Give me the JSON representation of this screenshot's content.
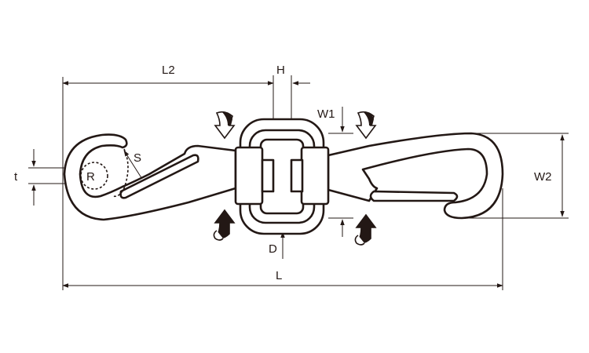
{
  "labels": {
    "L2": "L2",
    "H": "H",
    "W1": "W1",
    "W2": "W2",
    "t": "t",
    "R": "R",
    "S": "S",
    "D": "D",
    "L": "L"
  },
  "colors": {
    "line": "#231815",
    "background": "#ffffff"
  },
  "icons": {
    "rotation_arrows": [
      "rotate-down-left-icon",
      "rotate-up-left-icon",
      "rotate-down-right-icon",
      "rotate-up-right-icon"
    ]
  }
}
